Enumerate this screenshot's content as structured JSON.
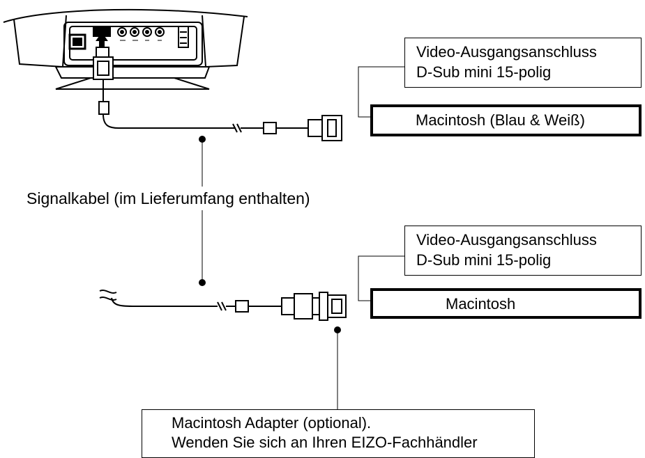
{
  "labels": {
    "video_port_1": [
      "Video-Ausgangsanschluss",
      "D-Sub mini 15-polig"
    ],
    "mac_blue_white": "Macintosh (Blau & Weiß)",
    "signal_cable": "Signalkabel (im Lieferumfang enthalten)",
    "video_port_2": [
      "Video-Ausgangsanschluss",
      "D-Sub mini 15-polig"
    ],
    "mac": "Macintosh",
    "adapter": [
      "Macintosh Adapter (optional).",
      "Wenden Sie sich an Ihren EIZO-Fachhändler"
    ]
  }
}
